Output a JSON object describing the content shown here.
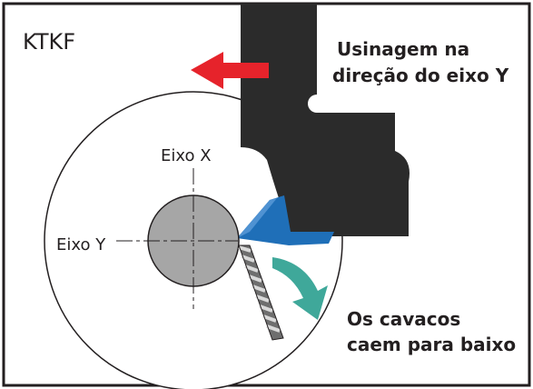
{
  "diagram": {
    "title": "KTKF",
    "machining_label_line1": "Usinagem na",
    "machining_label_line2": "direção do eixo Y",
    "axis_x_label": "Eixo X",
    "axis_y_label": "Eixo Y",
    "chips_label_line1": "Os cavacos",
    "chips_label_line2": "caem para baixo"
  },
  "colors": {
    "frame": "#231f20",
    "tool_holder": "#2b2b2b",
    "arrow_red": "#e6232b",
    "insert_blue": "#1f6fb8",
    "workpiece": "#a6a6a6",
    "arrow_teal": "#3fa89a",
    "chip": "#8c8c8c"
  },
  "icons": {
    "feed_arrow": "arrow-left-icon",
    "chip_arrow": "curved-arrow-down-icon"
  }
}
